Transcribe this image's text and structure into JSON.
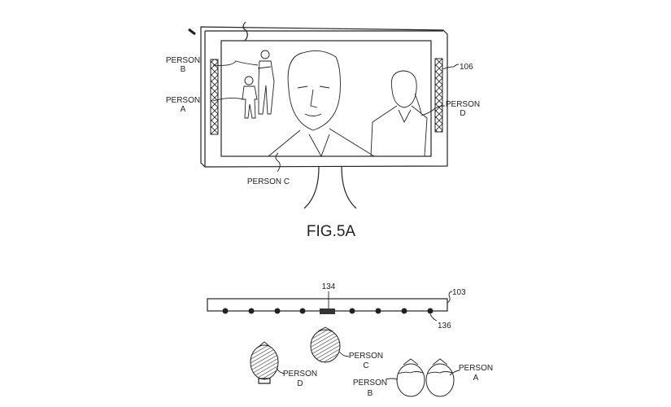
{
  "fig_5a": {
    "caption": "FIG.5A",
    "labels": {
      "person_b": [
        "PERSON",
        "B"
      ],
      "person_a": [
        "PERSON",
        "A"
      ],
      "person_c": "PERSON C",
      "person_d": [
        "PERSON",
        "D"
      ],
      "ref_106": "106"
    }
  },
  "fig_5b": {
    "ref_134": "134",
    "ref_103": "103",
    "ref_136": "136",
    "labels": {
      "person_c": [
        "PERSON",
        "C"
      ],
      "person_d": [
        "PERSON",
        "D"
      ],
      "person_b": [
        "PERSON",
        "B"
      ],
      "person_a": [
        "PERSON",
        "A"
      ]
    }
  }
}
